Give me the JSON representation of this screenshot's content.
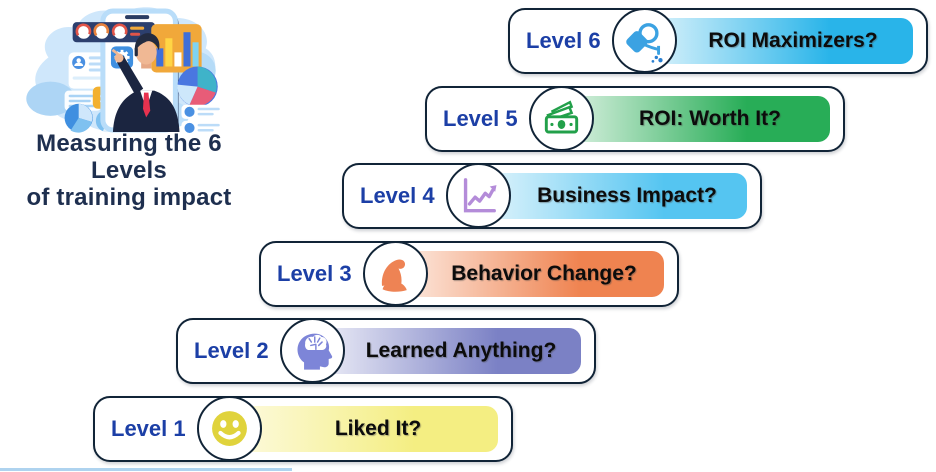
{
  "title": {
    "line1": "Measuring the 6 Levels",
    "line2": "of training impact"
  },
  "levels": [
    {
      "label": "Level 1",
      "question": "Liked It?",
      "icon": "smiley-face-icon",
      "bar_start": "#fefcea",
      "bar_end": "#f4ee82",
      "icon_color": "#e0d33c"
    },
    {
      "label": "Level 2",
      "question": "Learned Anything?",
      "icon": "head-brain-icon",
      "bar_start": "#fcfcfe",
      "bar_end": "#7b81c5",
      "icon_color": "#7d85d8"
    },
    {
      "label": "Level 3",
      "question": "Behavior Change?",
      "icon": "bicep-icon",
      "bar_start": "#fef7f3",
      "bar_end": "#ef8350",
      "icon_color": "#ee8354"
    },
    {
      "label": "Level 4",
      "question": "Business Impact?",
      "icon": "line-chart-icon",
      "bar_start": "#f2fafd",
      "bar_end": "#55c5f1",
      "icon_color": "#b48cd9"
    },
    {
      "label": "Level 5",
      "question": "ROI: Worth It?",
      "icon": "money-bills-icon",
      "bar_start": "#f1faf3",
      "bar_end": "#28ad57",
      "icon_color": "#22a04a"
    },
    {
      "label": "Level 6",
      "question": "ROI Maximizers?",
      "icon": "watering-can-icon",
      "bar_start": "#f2fbfe",
      "bar_end": "#29b4e9",
      "icon_color": "#3ba2e2"
    }
  ],
  "illustration": {
    "dollar_glyph": "$"
  },
  "colors": {
    "border": "#112437",
    "label": "#1c3fa6",
    "question": "#0c0c0c",
    "title": "#1e2f4f",
    "line": "#aed3ef"
  }
}
